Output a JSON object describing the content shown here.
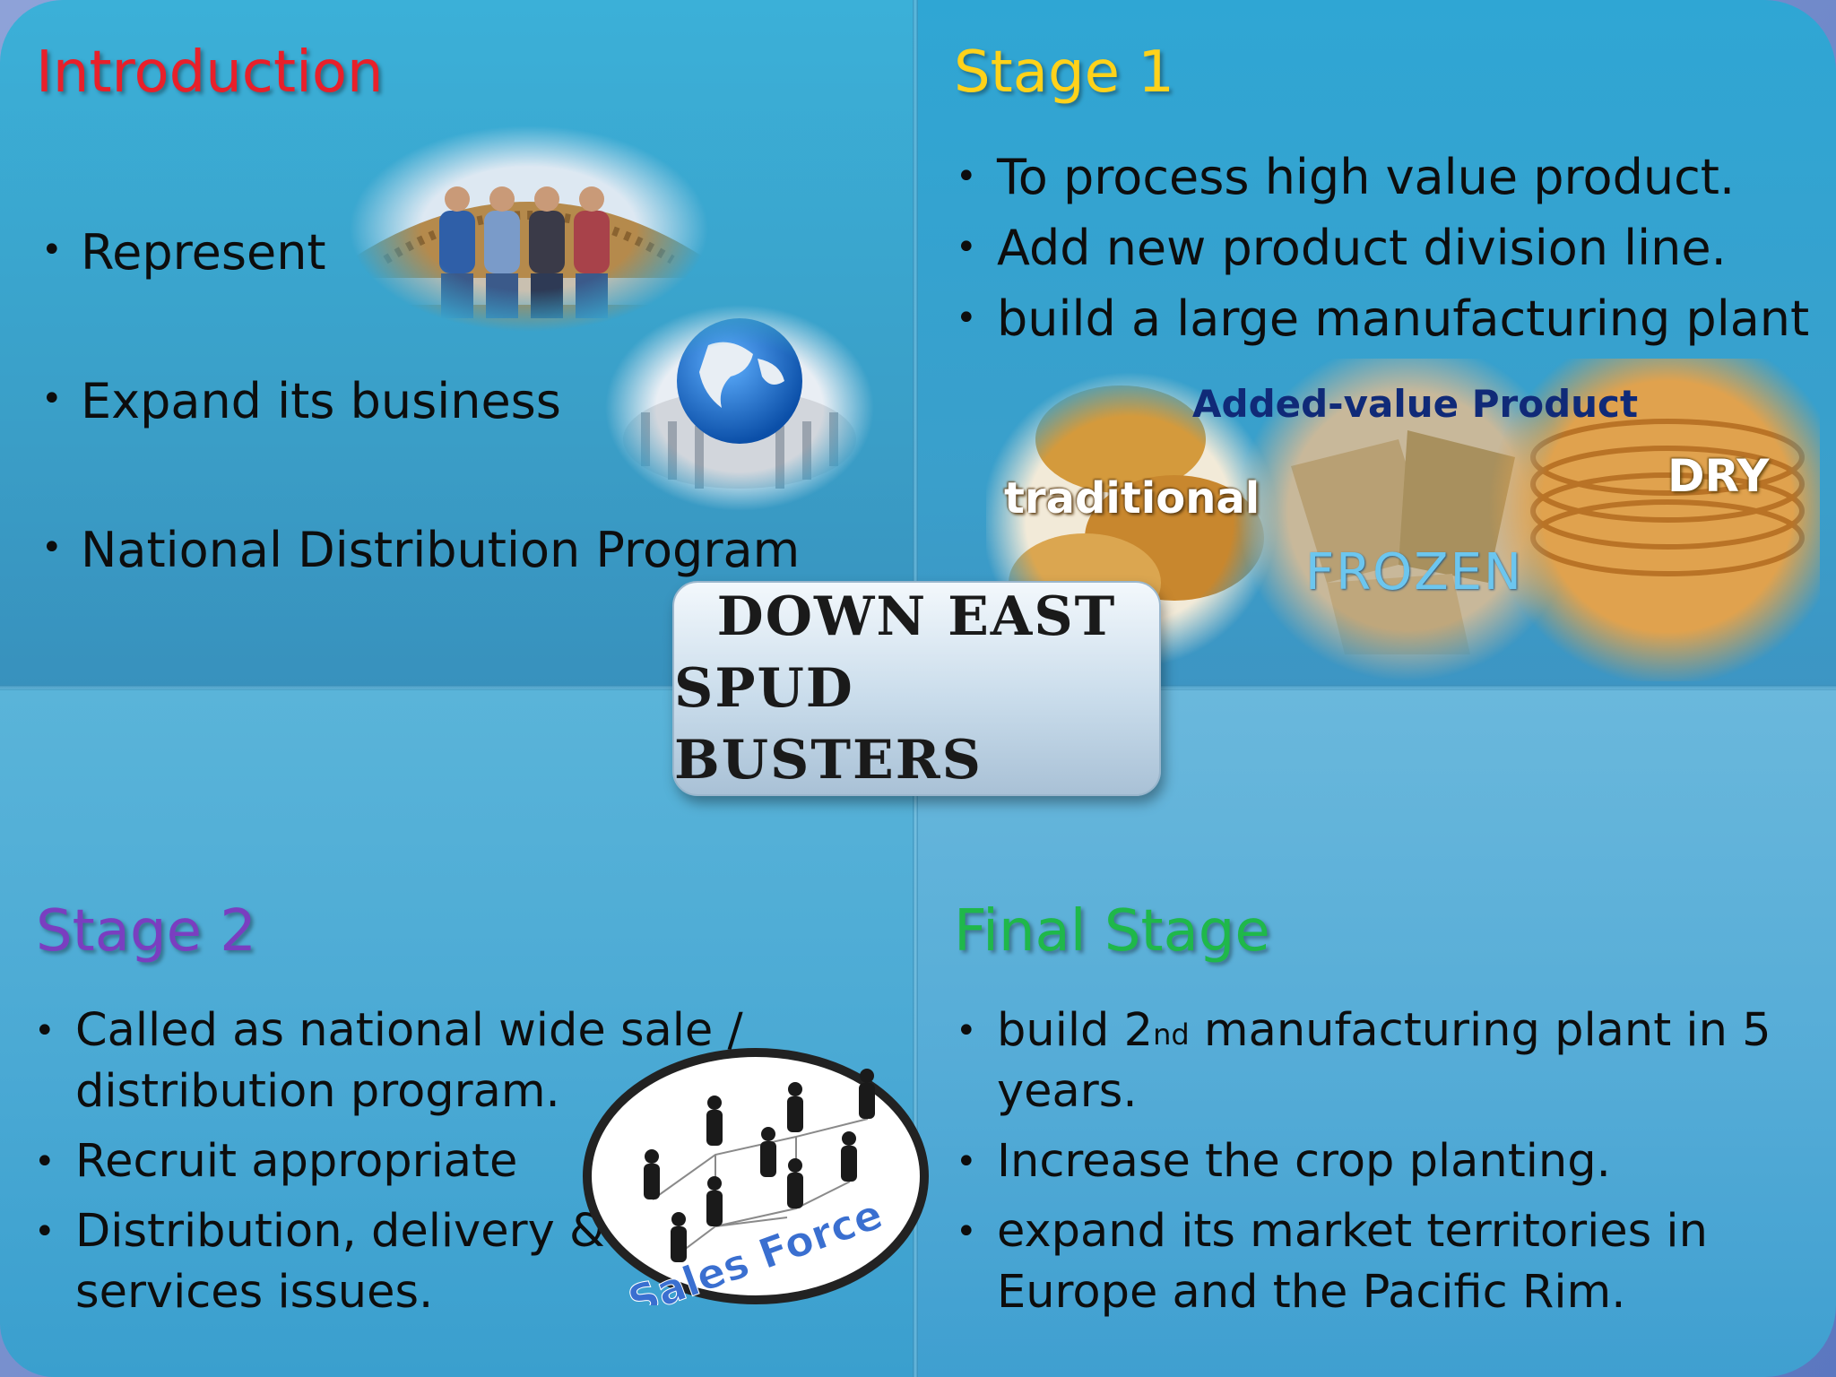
{
  "center_title": {
    "line1": "DOWN EAST",
    "line2": "SPUD BUSTERS"
  },
  "introduction": {
    "heading": "Introduction",
    "items": [
      "Represent",
      "Expand its business",
      "National Distribution Program"
    ]
  },
  "stage1": {
    "heading": "Stage 1",
    "items": [
      "To process high value product.",
      "Add new product division line.",
      "build a large manufacturing plant"
    ],
    "image_labels": {
      "added_value": "Added-value Product",
      "traditional": "traditional",
      "frozen": "FROZEN",
      "dry": "DRY"
    }
  },
  "stage2": {
    "heading": "Stage 2",
    "items": [
      {
        "line1": "Called as national wide sale /",
        "line2": "distribution program."
      },
      {
        "line1": "Recruit appropriate"
      },
      {
        "line1": "Distribution, delivery &",
        "line2": "services issues."
      }
    ],
    "image_label": "Sales Force"
  },
  "final_stage": {
    "heading": "Final Stage",
    "items": [
      {
        "pre": "build 2",
        "sup": "nd",
        "post": " manufacturing plant in 5",
        "line2": "years."
      },
      {
        "line1": "Increase the crop planting."
      },
      {
        "line1": "expand its market territories in",
        "line2": "Europe and the Pacific Rim."
      }
    ]
  },
  "colors": {
    "intro_heading": "#e8202a",
    "stage1_heading": "#ffd21a",
    "stage2_heading": "#7a3ec0",
    "final_heading": "#1fb84a"
  }
}
